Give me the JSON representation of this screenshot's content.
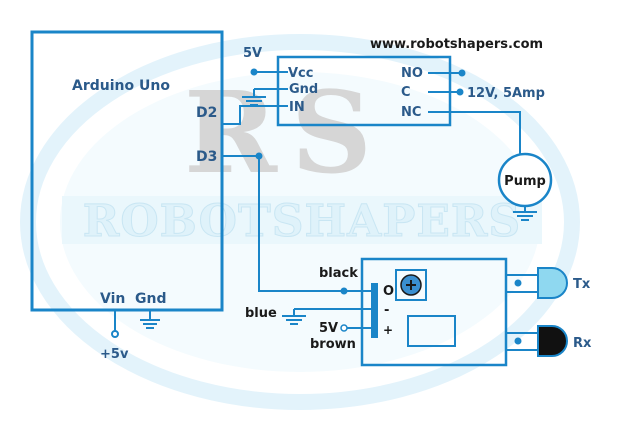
{
  "watermark": {
    "logo_letters": "RS",
    "brand": "ROBOTSHAPERS"
  },
  "website": "www.robotshapers.com",
  "arduino": {
    "title": "Arduino Uno",
    "pin_d2": "D2",
    "pin_d3": "D3",
    "pin_vin": "Vin",
    "pin_gnd": "Gnd",
    "vin_supply": "+5v"
  },
  "relay": {
    "supply": "5V",
    "pin_vcc": "Vcc",
    "pin_gnd": "Gnd",
    "pin_in": "IN",
    "pin_no": "NO",
    "pin_c": "C",
    "pin_nc": "NC",
    "power_note": "12V, 5Amp"
  },
  "pump": {
    "label": "Pump"
  },
  "sensor": {
    "wire_black": "black",
    "wire_blue": "blue",
    "wire_5v": "5V",
    "wire_brown": "brown",
    "pin_o": "O",
    "pin_minus": "-",
    "pin_plus": "+",
    "tx_label": "Tx",
    "rx_label": "Rx"
  },
  "colors": {
    "line": "#1a85c8",
    "text": "#2b5a8a",
    "tx_led": "#8fd8f0",
    "rx_led": "#111111",
    "pot": "#3a8fd0"
  }
}
